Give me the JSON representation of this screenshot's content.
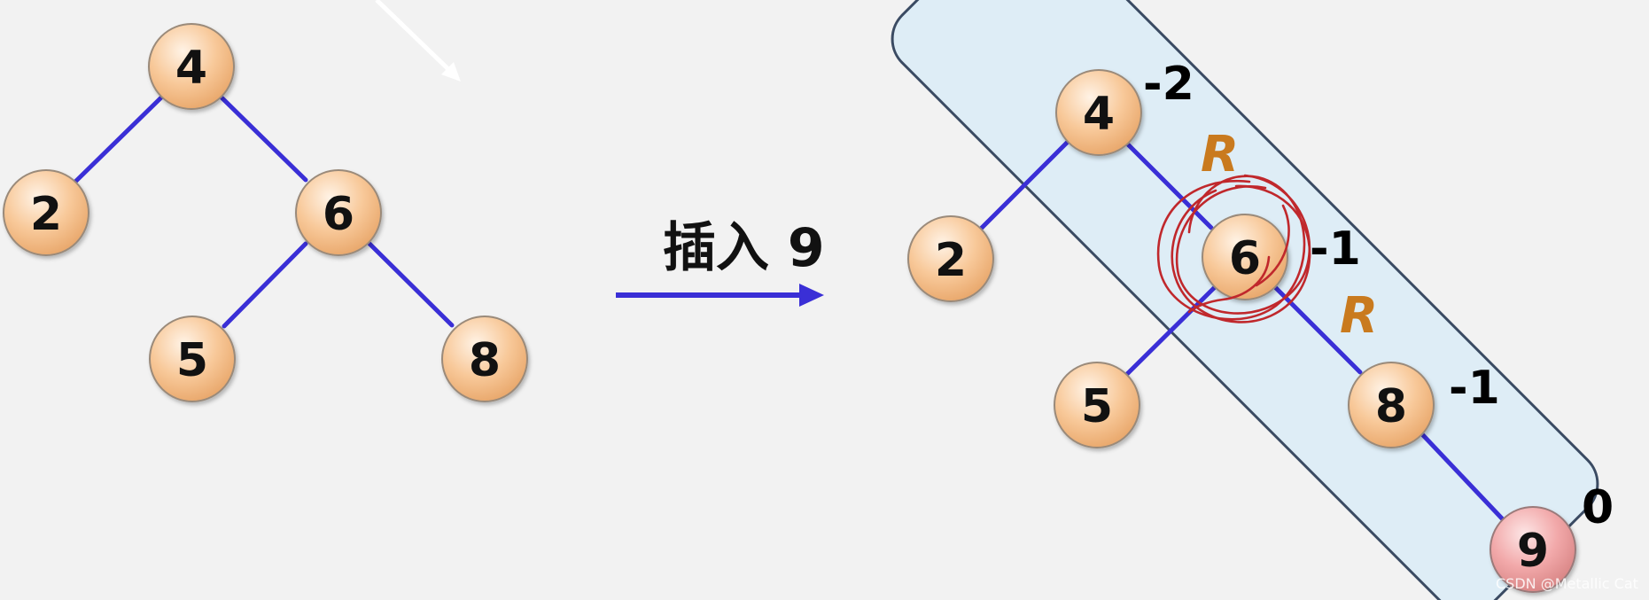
{
  "colors": {
    "background": "#f2f2f2",
    "edge": "#3a2fd6",
    "node_fill": "#f8c99a",
    "node_highlight": "#fff3e6",
    "node_stroke": "#9a8a7a",
    "node_new_fill": "#f2a9aa",
    "box_fill": "#deedf6",
    "box_stroke": "#3b4b63",
    "circle_mark": "#c0282c",
    "rotation_label": "#c97a1e"
  },
  "before_tree": {
    "nodes": [
      {
        "id": "b4",
        "label": "4"
      },
      {
        "id": "b2",
        "label": "2"
      },
      {
        "id": "b6",
        "label": "6"
      },
      {
        "id": "b5",
        "label": "5"
      },
      {
        "id": "b8",
        "label": "8"
      }
    ]
  },
  "operation": {
    "label": "插入 9",
    "arrow_icon": "right-arrow-icon"
  },
  "after_tree": {
    "nodes": [
      {
        "id": "a4",
        "label": "4",
        "balance": "-2"
      },
      {
        "id": "a2",
        "label": "2",
        "balance": ""
      },
      {
        "id": "a6",
        "label": "6",
        "balance": "-1"
      },
      {
        "id": "a5",
        "label": "5",
        "balance": ""
      },
      {
        "id": "a8",
        "label": "8",
        "balance": "-1"
      },
      {
        "id": "a9",
        "label": "9",
        "balance": "0"
      }
    ],
    "rotation_marks": [
      "R",
      "R"
    ]
  },
  "watermark": "CSDN @Metallic Cat"
}
